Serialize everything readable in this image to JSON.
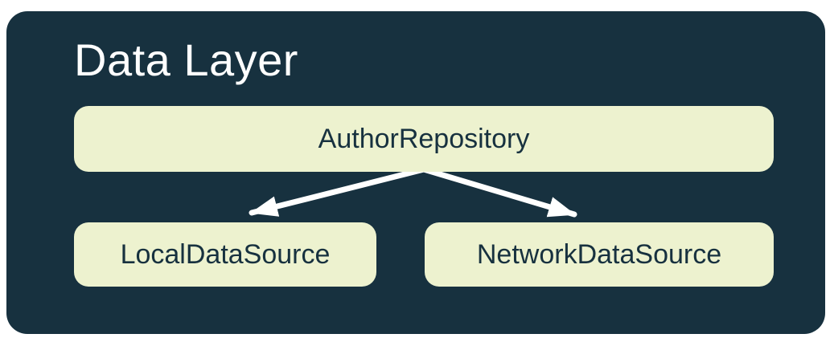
{
  "diagram": {
    "title": "Data Layer",
    "nodes": [
      {
        "id": "repository",
        "label": "AuthorRepository"
      },
      {
        "id": "local",
        "label": "LocalDataSource"
      },
      {
        "id": "network",
        "label": "NetworkDataSource"
      }
    ],
    "edges": [
      {
        "from": "repository",
        "to": "local"
      },
      {
        "from": "repository",
        "to": "network"
      }
    ],
    "colors": {
      "card_background": "#17313F",
      "node_background": "#EDF2CF",
      "node_text": "#17313F",
      "title_text": "#FFFFFF",
      "arrow": "#FFFFFF"
    }
  }
}
